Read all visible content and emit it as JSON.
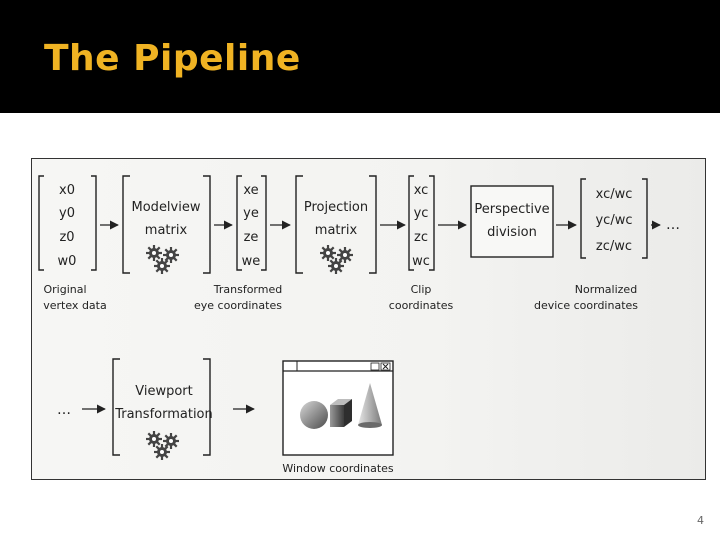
{
  "header": {
    "title": "The Pipeline",
    "title_color": "#f0b323",
    "background": "#000000"
  },
  "diagram": {
    "vectors": {
      "original": [
        "x0",
        "y0",
        "z0",
        "w0"
      ],
      "eye": [
        "xe",
        "ye",
        "ze",
        "we"
      ],
      "clip": [
        "xc",
        "yc",
        "zc",
        "wc"
      ],
      "ndc": [
        "xc/wc",
        "yc/wc",
        "zc/wc"
      ]
    },
    "stages": {
      "modelview": [
        "Modelview",
        "matrix"
      ],
      "projection": [
        "Projection",
        "matrix"
      ],
      "perspective": [
        "Perspective",
        "division"
      ],
      "viewport": [
        "Viewport",
        "Transformation"
      ]
    },
    "captions": {
      "original": [
        "Original",
        "vertex data"
      ],
      "eye": [
        "Transformed",
        "eye coordinates"
      ],
      "clip": [
        "Clip",
        "coordinates"
      ],
      "ndc": [
        "Normalized",
        "device coordinates"
      ],
      "window": "Window coordinates"
    },
    "continuation": "…",
    "icons": {
      "gear": "gear-cluster-icon",
      "window": "window-with-3d-shapes-icon",
      "arrow": "right-arrow-icon"
    }
  },
  "footer": {
    "slide_number": "4"
  }
}
